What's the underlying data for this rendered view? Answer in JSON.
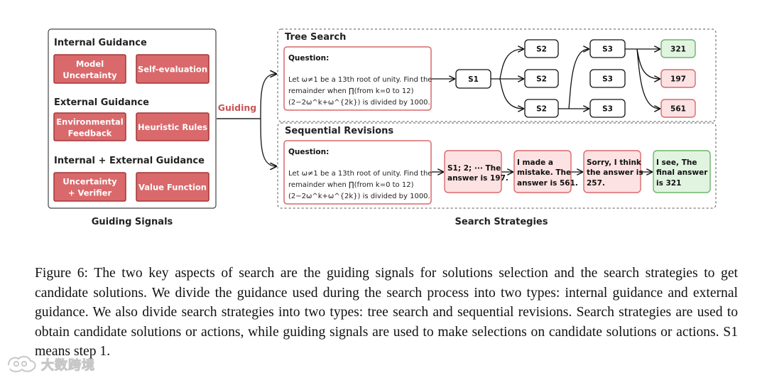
{
  "left_panel": {
    "internal_heading": "Internal Guidance",
    "external_heading": "External Guidance",
    "combined_heading": "Internal + External Guidance",
    "internal_boxes": [
      [
        "Model",
        "Uncertainty"
      ],
      [
        "Self-evaluation"
      ]
    ],
    "external_boxes": [
      [
        "Environmental",
        "Feedback"
      ],
      [
        "Heuristic Rules"
      ]
    ],
    "combined_boxes": [
      [
        "Uncertainty",
        "+ Verifier"
      ],
      [
        "Value Function"
      ]
    ],
    "footer": "Guiding Signals"
  },
  "connector_label": "Guiding",
  "tree_search": {
    "title": "Tree Search",
    "question_label": "Question:",
    "question_lines": [
      "Let ω≠1 be a 13th root of unity. Find the",
      "remainder when ∏(from k=0 to 12)",
      "(2−2ω^k+ω^{2k}) is divided by 1000."
    ],
    "root_node": "S1",
    "level2_nodes": [
      "S2",
      "S2",
      "S2"
    ],
    "level3_nodes": [
      "S3",
      "S3",
      "S3"
    ],
    "answers": [
      "321",
      "197",
      "561"
    ]
  },
  "sequential": {
    "title": "Sequential Revisions",
    "question_label": "Question:",
    "question_lines": [
      "Let ω≠1 be a 13th root of unity. Find the",
      "remainder when ∏(from k=0 to 12)",
      "(2−2ω^k+ω^{2k}) is divided by 1000."
    ],
    "revisions": [
      [
        "S1; 2; ··· The",
        "answer is 197."
      ],
      [
        "I made a",
        "mistake. The",
        "answer is 561."
      ],
      [
        "Sorry, I think",
        "the answer is",
        "257."
      ],
      [
        "I see, The",
        "final answer",
        "is 321"
      ]
    ]
  },
  "right_footer": "Search Strategies",
  "colors": {
    "guidance_fill": "#d9696b",
    "guidance_border": "#a43537",
    "accent_text": "#c95456",
    "question_border": "#d9696b",
    "wrong_fill": "#fce2e2",
    "wrong_border": "#d9696b",
    "correct_fill": "#e1f4e0",
    "correct_border": "#6eb36a"
  },
  "caption": "Figure 6: The two key aspects of search are the guiding signals for solutions selection and the search strategies to get candidate solutions. We divide the guidance used during the search process into two types: internal guidance and external guidance. We also divide search strategies into two types: tree search and sequential revisions. Search strategies are used to obtain candidate solutions or actions, while guiding signals are used to make selections on candidate solutions or actions. S1 means step 1.",
  "watermark": "大数跨境"
}
